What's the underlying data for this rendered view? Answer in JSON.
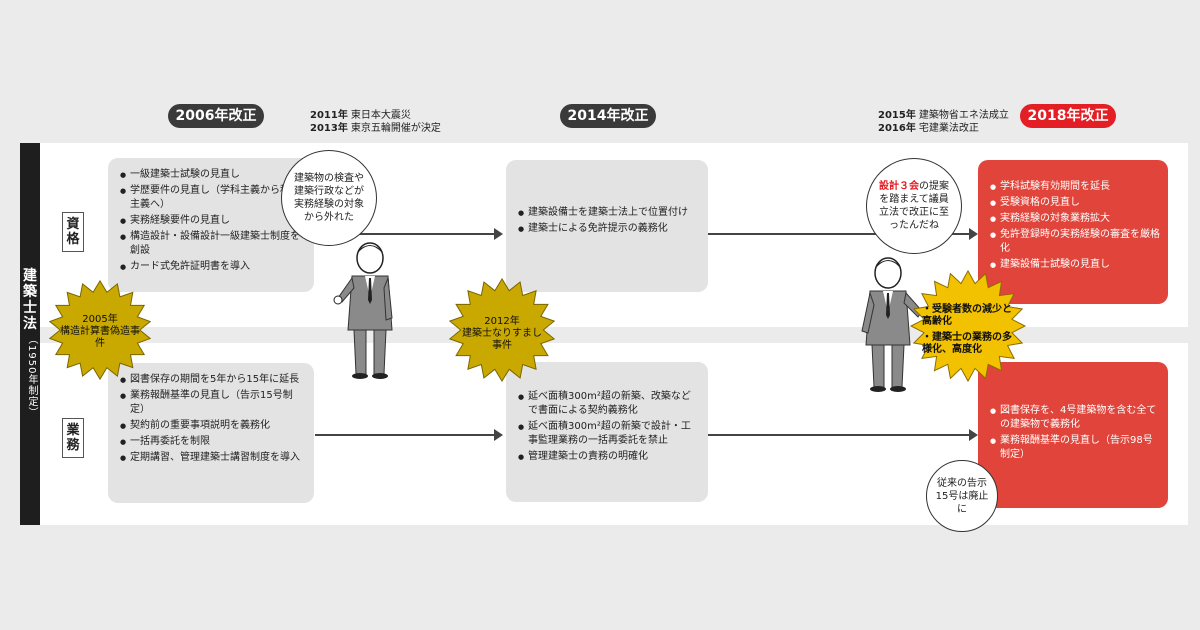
{
  "side_title": "建築士法",
  "side_subtitle": "（1950年制定）",
  "row_labels": {
    "qualification": "資格",
    "business": "業務"
  },
  "revisions": {
    "r2006": "2006年改正",
    "r2014": "2014年改正",
    "r2018": "2018年改正"
  },
  "events_mid": [
    {
      "year": "2011年",
      "text": "東日本大震災"
    },
    {
      "year": "2013年",
      "text": "東京五輪開催が決定"
    }
  ],
  "events_right": [
    {
      "year": "2015年",
      "text": "建築物省エネ法成立"
    },
    {
      "year": "2016年",
      "text": "宅建業法改正"
    }
  ],
  "cards": {
    "q2006": [
      "一級建築士試験の見直し",
      "学歴要件の見直し（学科主義から科目主義へ）",
      "実務経験要件の見直し",
      "構造設計・設備設計一級建築士制度を創設",
      "カード式免許証明書を導入"
    ],
    "q2014": [
      "建築設備士を建築士法上で位置付け",
      "建築士による免許提示の義務化"
    ],
    "q2018": [
      "学科試験有効期間を延長",
      "受験資格の見直し",
      "実務経験の対象業務拡大",
      "免許登録時の実務経験の審査を厳格化",
      "建築設備士試験の見直し"
    ],
    "b2006": [
      "図書保存の期間を5年から15年に延長",
      "業務報酬基準の見直し（告示15号制定）",
      "契約前の重要事項説明を義務化",
      "一括再委託を制限",
      "定期講習、管理建築士講習制度を導入"
    ],
    "b2014": [
      "延べ面積300m²超の新築、改築などで書面による契約義務化",
      "延べ面積300m²超の新築で設計・工事監理業務の一括再委託を禁止",
      "管理建築士の責務の明確化"
    ],
    "b2018": [
      "図書保存を、4号建築物を含む全ての建築物で義務化",
      "業務報酬基準の見直し（告示98号制定）"
    ]
  },
  "bubbles": {
    "left": "建築物の検査や建築行政などが実務経験の対象から外れた",
    "right_emph": "設計３会",
    "right_rest": "の提案を踏まえて議員立法で改正に至ったんだね",
    "note": "従来の告示15号は廃止に"
  },
  "stars": {
    "s2005_year": "2005年",
    "s2005_text": "構造計算書偽造事件",
    "s2012_year": "2012年",
    "s2012_text": "建築士なりすまし事件",
    "s2018_line1": "・受験者数の減少と高齢化",
    "s2018_line2": "・建築士の業務の多様化、高度化"
  },
  "colors": {
    "accent_red": "#e31e24",
    "card_red": "#e0443a",
    "star_gold": "#c9a800",
    "star_yellow": "#f2c200"
  }
}
